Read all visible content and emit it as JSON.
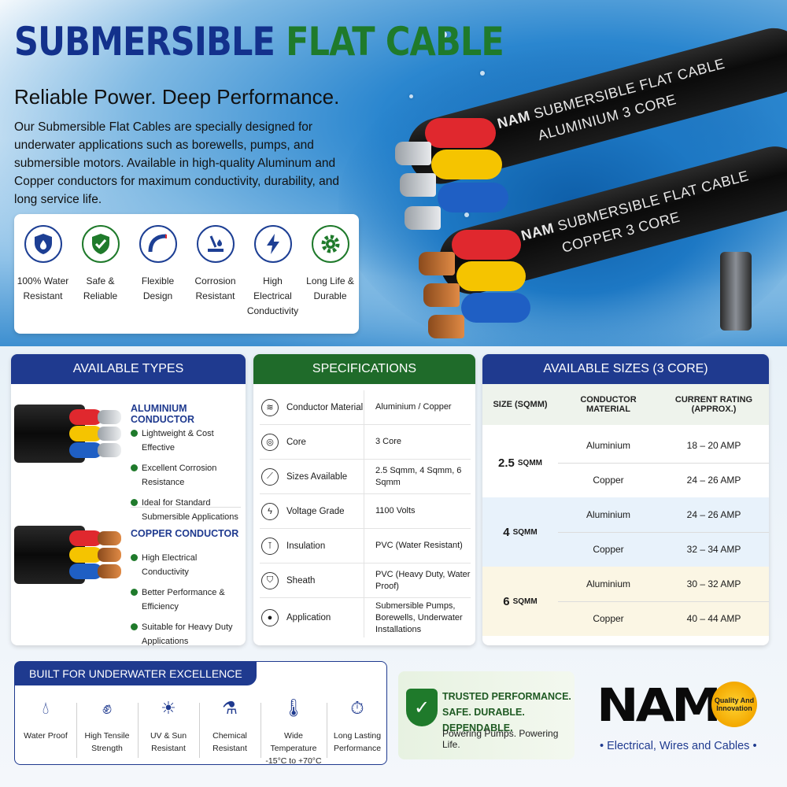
{
  "header": {
    "title_part1": "SUBMERSIBLE",
    "title_part2": "FLAT CABLE",
    "tagline": "Reliable Power. Deep Performance.",
    "intro": "Our Submersible Flat Cables are specially designed for underwater applications such as borewells, pumps, and submersible motors. Available in high-quality Aluminum and Copper conductors for maximum conductivity, durability, and long service life."
  },
  "features": [
    {
      "icon": "water-shield-icon",
      "label": "100% Water Resistant"
    },
    {
      "icon": "shield-check-icon",
      "label": "Safe & Reliable"
    },
    {
      "icon": "flexible-cable-icon",
      "label": "Flexible Design"
    },
    {
      "icon": "corrosion-icon",
      "label": "Corrosion Resistant"
    },
    {
      "icon": "lightning-icon",
      "label": "High Electrical Conductivity"
    },
    {
      "icon": "gear-icon",
      "label": "Long Life & Durable"
    }
  ],
  "hero_cables": [
    {
      "brand": "NAM",
      "line1": "SUBMERSIBLE FLAT CABLE",
      "line2": "ALUMINIUM 3 CORE"
    },
    {
      "brand": "NAM",
      "line1": "SUBMERSIBLE FLAT CABLE",
      "line2": "COPPER 3 CORE"
    }
  ],
  "types": {
    "heading": "AVAILABLE TYPES",
    "aluminium": {
      "title": "ALUMINIUM CONDUCTOR",
      "points": [
        "Lightweight & Cost Effective",
        "Excellent Corrosion Resistance",
        "Ideal for Standard Submersible Applications"
      ]
    },
    "copper": {
      "title": "COPPER CONDUCTOR",
      "points": [
        "High Electrical Conductivity",
        "Better Performance & Efficiency",
        "Suitable for Heavy Duty Applications"
      ]
    }
  },
  "specs": {
    "heading": "SPECIFICATIONS",
    "rows": [
      {
        "key": "Conductor Material",
        "value": "Aluminium / Copper"
      },
      {
        "key": "Core",
        "value": "3 Core"
      },
      {
        "key": "Sizes Available",
        "value": "2.5 Sqmm, 4 Sqmm, 6 Sqmm"
      },
      {
        "key": "Voltage Grade",
        "value": "1100 Volts"
      },
      {
        "key": "Insulation",
        "value": "PVC (Water Resistant)"
      },
      {
        "key": "Sheath",
        "value": "PVC (Heavy Duty, Water Proof)"
      },
      {
        "key": "Application",
        "value": "Submersible Pumps, Borewells, Underwater Installations"
      }
    ]
  },
  "sizes": {
    "heading": "AVAILABLE SIZES (3 CORE)",
    "columns": [
      "SIZE (SQMM)",
      "CONDUCTOR MATERIAL",
      "CURRENT RATING (APPROX.)"
    ],
    "groups": [
      {
        "size": "2.5",
        "unit": "SQMM",
        "rows": [
          {
            "material": "Aluminium",
            "rating": "18 – 20 AMP"
          },
          {
            "material": "Copper",
            "rating": "24 – 26 AMP"
          }
        ]
      },
      {
        "size": "4",
        "unit": "SQMM",
        "rows": [
          {
            "material": "Aluminium",
            "rating": "24 – 26 AMP"
          },
          {
            "material": "Copper",
            "rating": "32 – 34 AMP"
          }
        ]
      },
      {
        "size": "6",
        "unit": "SQMM",
        "rows": [
          {
            "material": "Aluminium",
            "rating": "30 – 32 AMP"
          },
          {
            "material": "Copper",
            "rating": "40 – 44 AMP"
          }
        ]
      }
    ]
  },
  "built": {
    "heading": "BUILT FOR UNDERWATER EXCELLENCE",
    "items": [
      {
        "icon": "water-drop-icon",
        "label": "Water Proof"
      },
      {
        "icon": "muscle-icon",
        "label": "High Tensile Strength"
      },
      {
        "icon": "sun-icon",
        "label": "UV & Sun Resistant"
      },
      {
        "icon": "flask-icon",
        "label": "Chemical Resistant"
      },
      {
        "icon": "thermometer-icon",
        "label": "Wide Temperature -15°C to +70°C"
      },
      {
        "icon": "stopwatch-icon",
        "label": "Long Lasting Performance"
      }
    ]
  },
  "trust": {
    "line1": "TRUSTED PERFORMANCE.",
    "line2": "SAFE. DURABLE. DEPENDABLE.",
    "line3": "Powering Pumps. Powering Life."
  },
  "brand": {
    "logo": "NAM",
    "seal": "Quality And Innovation",
    "subtitle": "• Electrical, Wires and Cables •"
  },
  "colors": {
    "navy": "#1f3a8f",
    "green": "#1f7a2b",
    "core_red": "#e0282e",
    "core_yellow": "#f5c400",
    "core_blue": "#1f5fc4",
    "aluminium": "#c9cdd2",
    "copper": "#c46a2b"
  }
}
